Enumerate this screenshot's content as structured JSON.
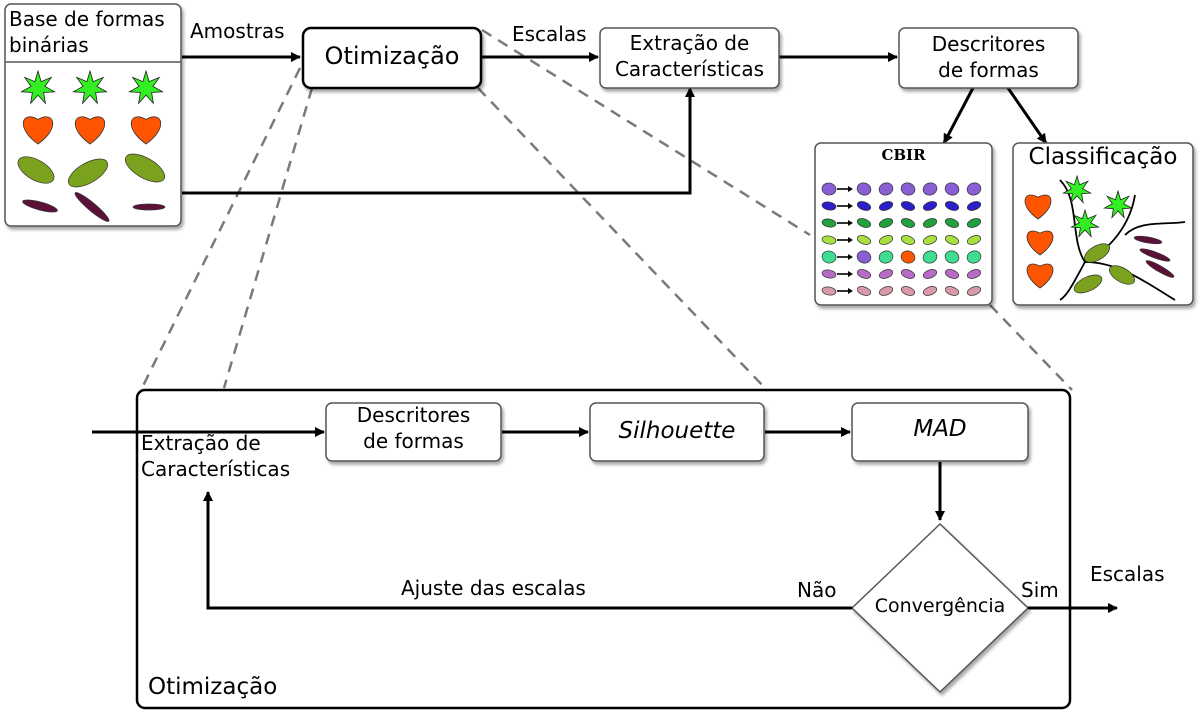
{
  "top": {
    "database_title": [
      "Base de formas",
      "binárias"
    ],
    "samples_label": "Amostras",
    "optimization_box": "Otimização",
    "scales_label": "Escalas",
    "feature_extraction_box": [
      "Extração de",
      "Características"
    ],
    "shape_descriptors_box": [
      "Descritores",
      "de formas"
    ],
    "cbir_title": "CBIR",
    "classification_title": "Classificação"
  },
  "detail": {
    "feature_extraction_label": [
      "Extração de",
      "Características"
    ],
    "shape_descriptors_box": [
      "Descritores",
      "de formas"
    ],
    "silhouette_box": "Silhouette",
    "mad_box": "MAD",
    "convergence_label": "Convergência",
    "no_label": "Não",
    "yes_label": "Sim",
    "scale_adjust_label": "Ajuste das escalas",
    "output_scales_label": "Escalas",
    "panel_title": "Otimização"
  },
  "colors": {
    "leaf_green_star": "#33ee22",
    "leaf_orange": "#ff5500",
    "leaf_olive": "#7aa21f",
    "leaf_purple": "#5c1238",
    "cbir_violet": "#8a5fd6",
    "cbir_blue": "#2a1fc8",
    "cbir_green": "#22a040",
    "cbir_lime": "#a7e040",
    "cbir_teal": "#3fdc92",
    "cbir_mauve": "#b86bc6",
    "cbir_pink": "#d89aa8",
    "connector_dash": "#7a7a7a"
  }
}
